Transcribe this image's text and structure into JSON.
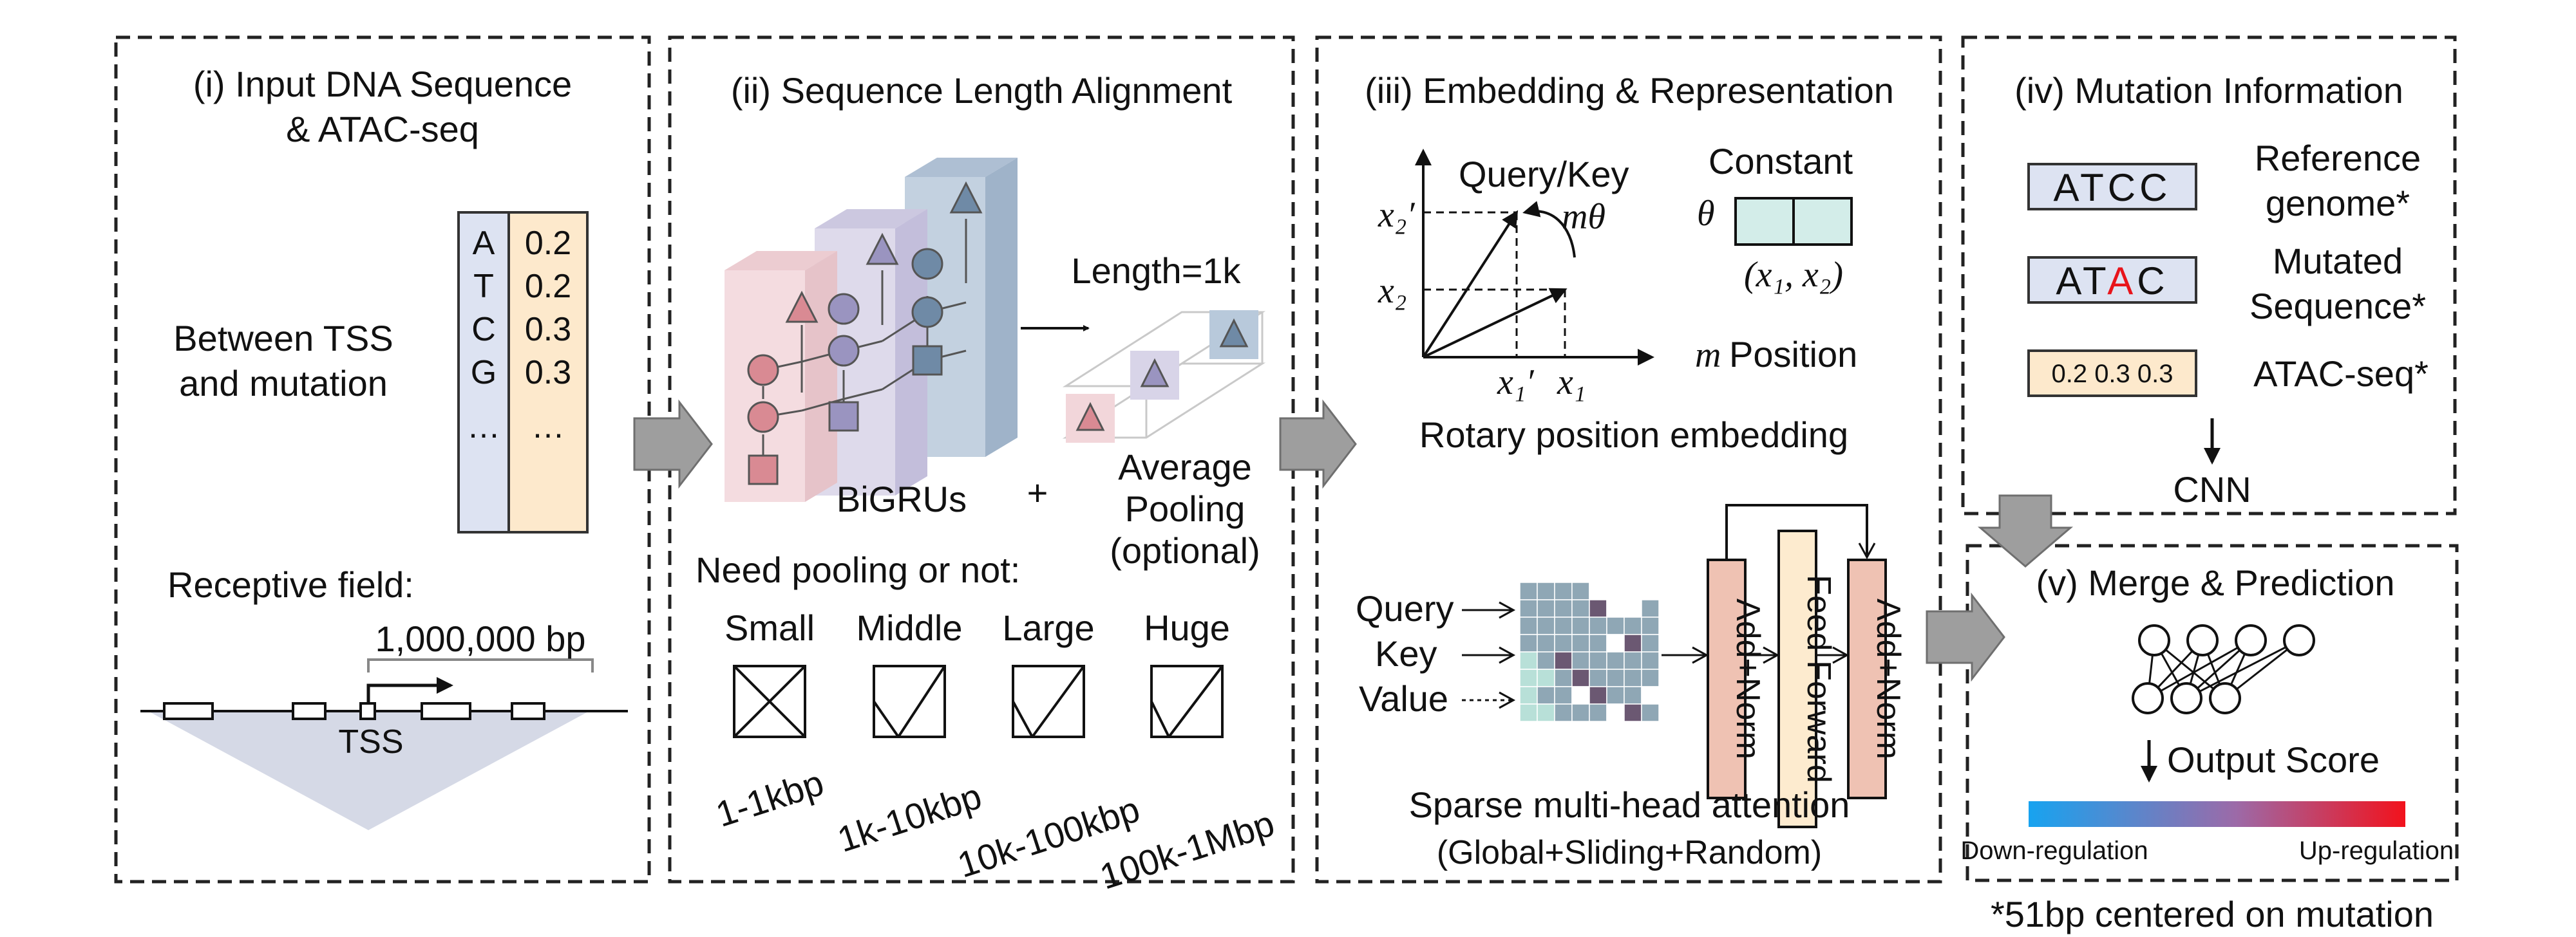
{
  "panels": {
    "p1": {
      "title_line1": "(i) Input DNA Sequence",
      "title_line2": "& ATAC-seq",
      "region_line1": "Between TSS",
      "region_line2": "and mutation",
      "dna_column": [
        "A",
        "T",
        "C",
        "G",
        "…"
      ],
      "atac_column": [
        "0.2",
        "0.2",
        "0.3",
        "0.3",
        "…"
      ],
      "receptive_label": "Receptive field:",
      "span_label": "1,000,000 bp",
      "tss_label": "TSS"
    },
    "p2": {
      "title": "(ii) Sequence Length Alignment",
      "bigru_label": "BiGRUs",
      "plus": "+",
      "length_label": "Length=1k",
      "pooling_line1": "Average",
      "pooling_line2": "Pooling",
      "pooling_line3": "(optional)",
      "need_pooling": "Need pooling or not:",
      "sizes": [
        {
          "name": "Small",
          "range": "1-1kbp"
        },
        {
          "name": "Middle",
          "range": "1k-10kbp"
        },
        {
          "name": "Large",
          "range": "10k-100kbp"
        },
        {
          "name": "Huge",
          "range": "100k-1Mbp"
        }
      ]
    },
    "p3": {
      "title": "(iii) Embedding & Representation",
      "query_key": "Query/Key",
      "m_theta": "mθ",
      "constant": "Constant",
      "theta": "θ",
      "pair": "(x₁, x₂)",
      "x2_prime": "x₂′",
      "x2": "x₂",
      "x1_prime": "x₁′",
      "x1": "x₁",
      "m_symbol": "m",
      "position": "Position",
      "rope_label": "Rotary position embedding",
      "inputs": [
        "Query",
        "Key",
        "Value"
      ],
      "add_norm_1": "Add+Norm",
      "feed_forward": "Feed Forward",
      "add_norm_2": "Add+Norm",
      "attention_label": "Sparse multi-head attention",
      "attention_sub": "(Global+Sliding+Random)"
    },
    "p4": {
      "title": "(iv) Mutation Information",
      "ref_seq_prefix": "ATCC",
      "ref_label_line1": "Reference",
      "ref_label_line2": "genome*",
      "mut_seq_a": "AT",
      "mut_seq_b": "A",
      "mut_seq_c": "C",
      "mut_label_line1": "Mutated",
      "mut_label_line2": "Sequence*",
      "atac_values": "0.2 0.3 0.3",
      "atac_label": "ATAC-seq*",
      "cnn_label": "CNN"
    },
    "p5": {
      "title": "(v) Merge & Prediction",
      "output_label": "Output Score",
      "down_label": "Down-regulation",
      "up_label": "Up-regulation"
    },
    "footnote": "*51bp centered on mutation"
  },
  "colors": {
    "dna_box": "#dde3f2",
    "atac_box": "#fde9cc",
    "pink_layer": "#f2d6da",
    "purple_layer": "#d8d4e8",
    "blue_layer": "#b8c9db",
    "red_node": "#d98a93",
    "purple_node": "#9a94c0",
    "blue_node": "#6f8aa6",
    "norm_box": "#efc2b3",
    "ff_box": "#fdebcf",
    "const_box": "#d3ede9",
    "arrow_gray": "#9e9e9e",
    "mutation_red": "#e8141b",
    "grad_blue": "#17a3f0",
    "grad_red": "#f2121c"
  }
}
